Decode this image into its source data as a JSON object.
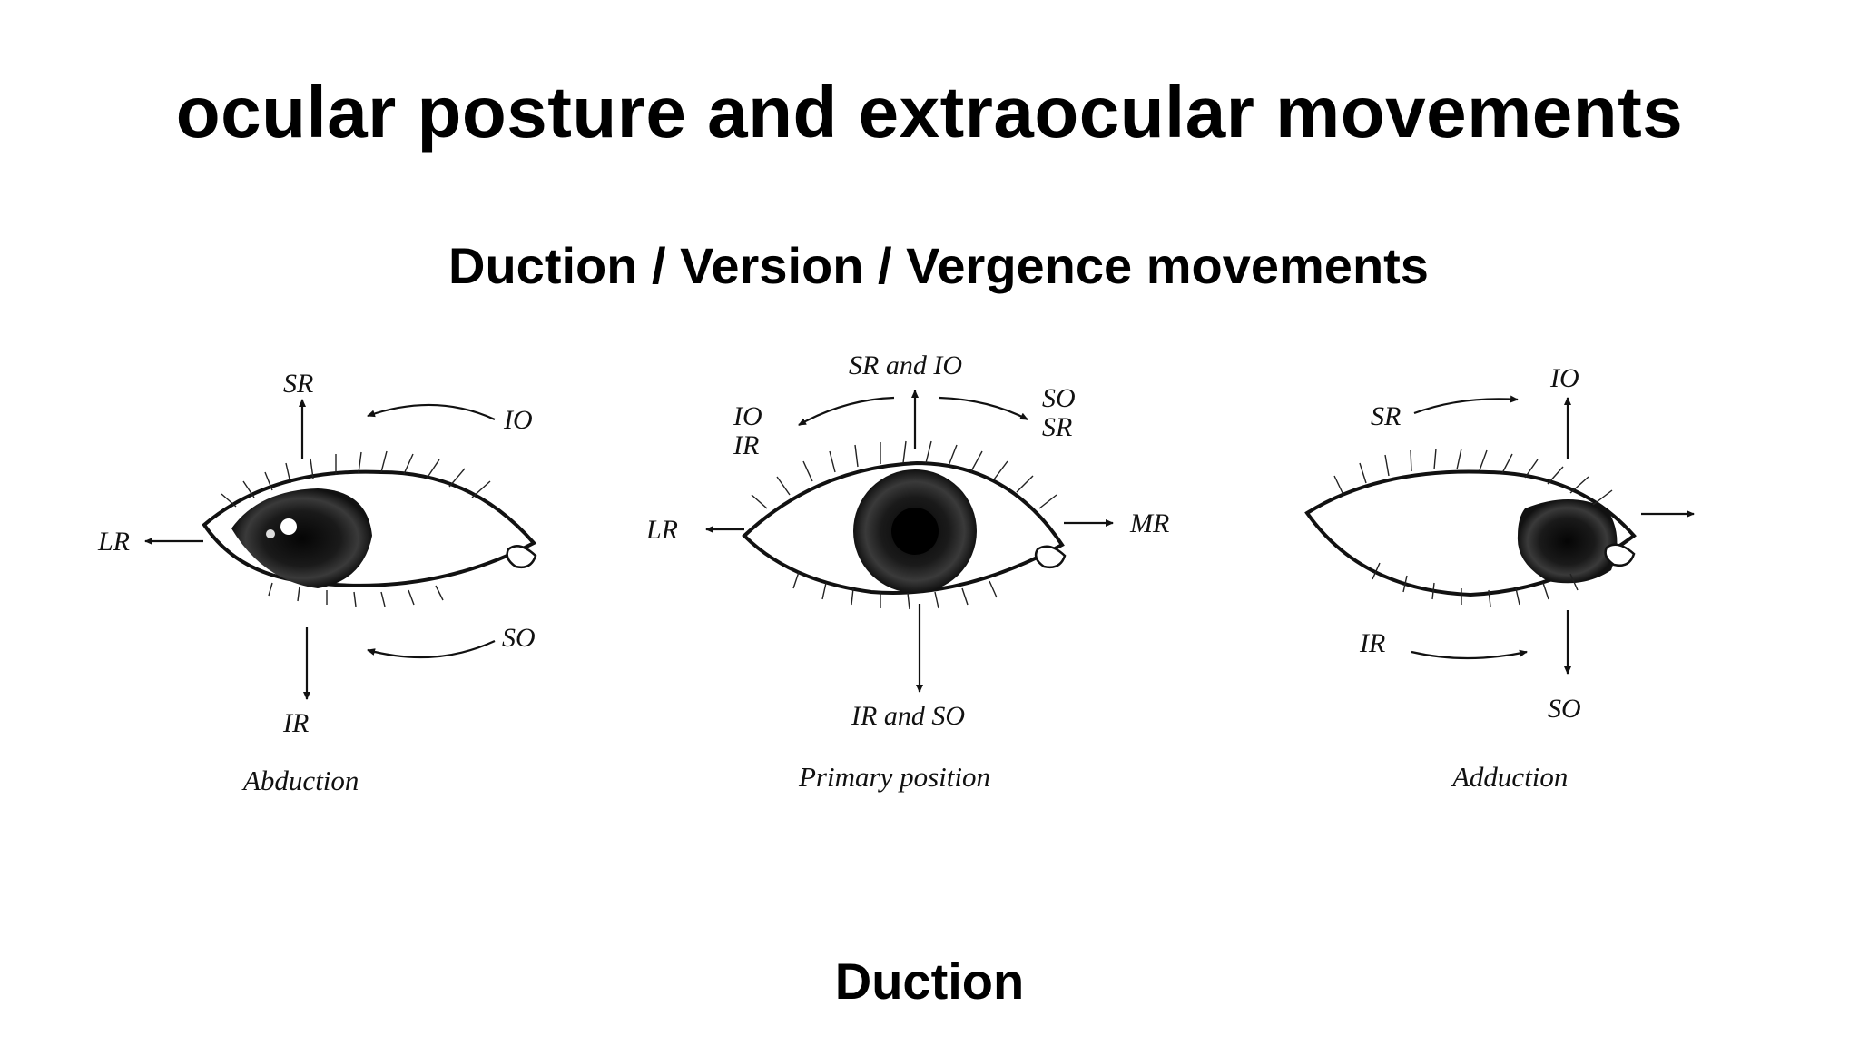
{
  "title": "ocular posture and extraocular movements",
  "subtitle": "Duction / Version / Vergence movements",
  "footer": "Duction",
  "diagrams": [
    {
      "caption": "Abduction",
      "labels": {
        "left": "LR",
        "up": "SR",
        "up_curve": "IO",
        "down": "IR",
        "down_curve": "SO"
      }
    },
    {
      "caption": "Primary position",
      "labels": {
        "up": "SR and IO",
        "up_left_1": "IO",
        "up_left_2": "IR",
        "up_right_1": "SO",
        "up_right_2": "SR",
        "left": "LR",
        "right": "MR",
        "down": "IR and SO"
      }
    },
    {
      "caption": "Adduction",
      "labels": {
        "up_curve": "SR",
        "up": "IO",
        "down_curve": "IR",
        "down": "SO"
      }
    }
  ]
}
